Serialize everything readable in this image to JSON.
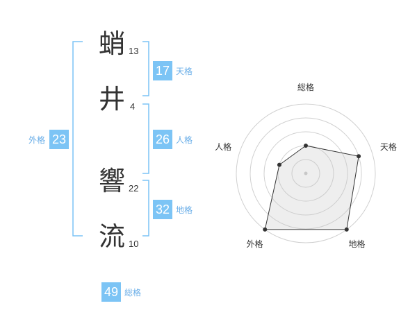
{
  "accent_color": "#7cc4f5",
  "label_color": "#6aaee8",
  "name_chars": [
    {
      "char": "蛸",
      "strokes": "13"
    },
    {
      "char": "井",
      "strokes": "4"
    },
    {
      "char": "響",
      "strokes": "22"
    },
    {
      "char": "流",
      "strokes": "10"
    }
  ],
  "fortunes": {
    "tenkaku": {
      "value": "17",
      "label": "天格"
    },
    "jinkaku": {
      "value": "26",
      "label": "人格"
    },
    "chikaku": {
      "value": "32",
      "label": "地格"
    },
    "gaikaku": {
      "value": "23",
      "label": "外格"
    },
    "soukaku": {
      "value": "49",
      "label": "総格"
    }
  },
  "chart_data": {
    "type": "radar",
    "axes": [
      "総格",
      "天格",
      "地格",
      "外格",
      "人格"
    ],
    "values": [
      2,
      4,
      5,
      5,
      2
    ],
    "max": 5,
    "rings": 5
  }
}
